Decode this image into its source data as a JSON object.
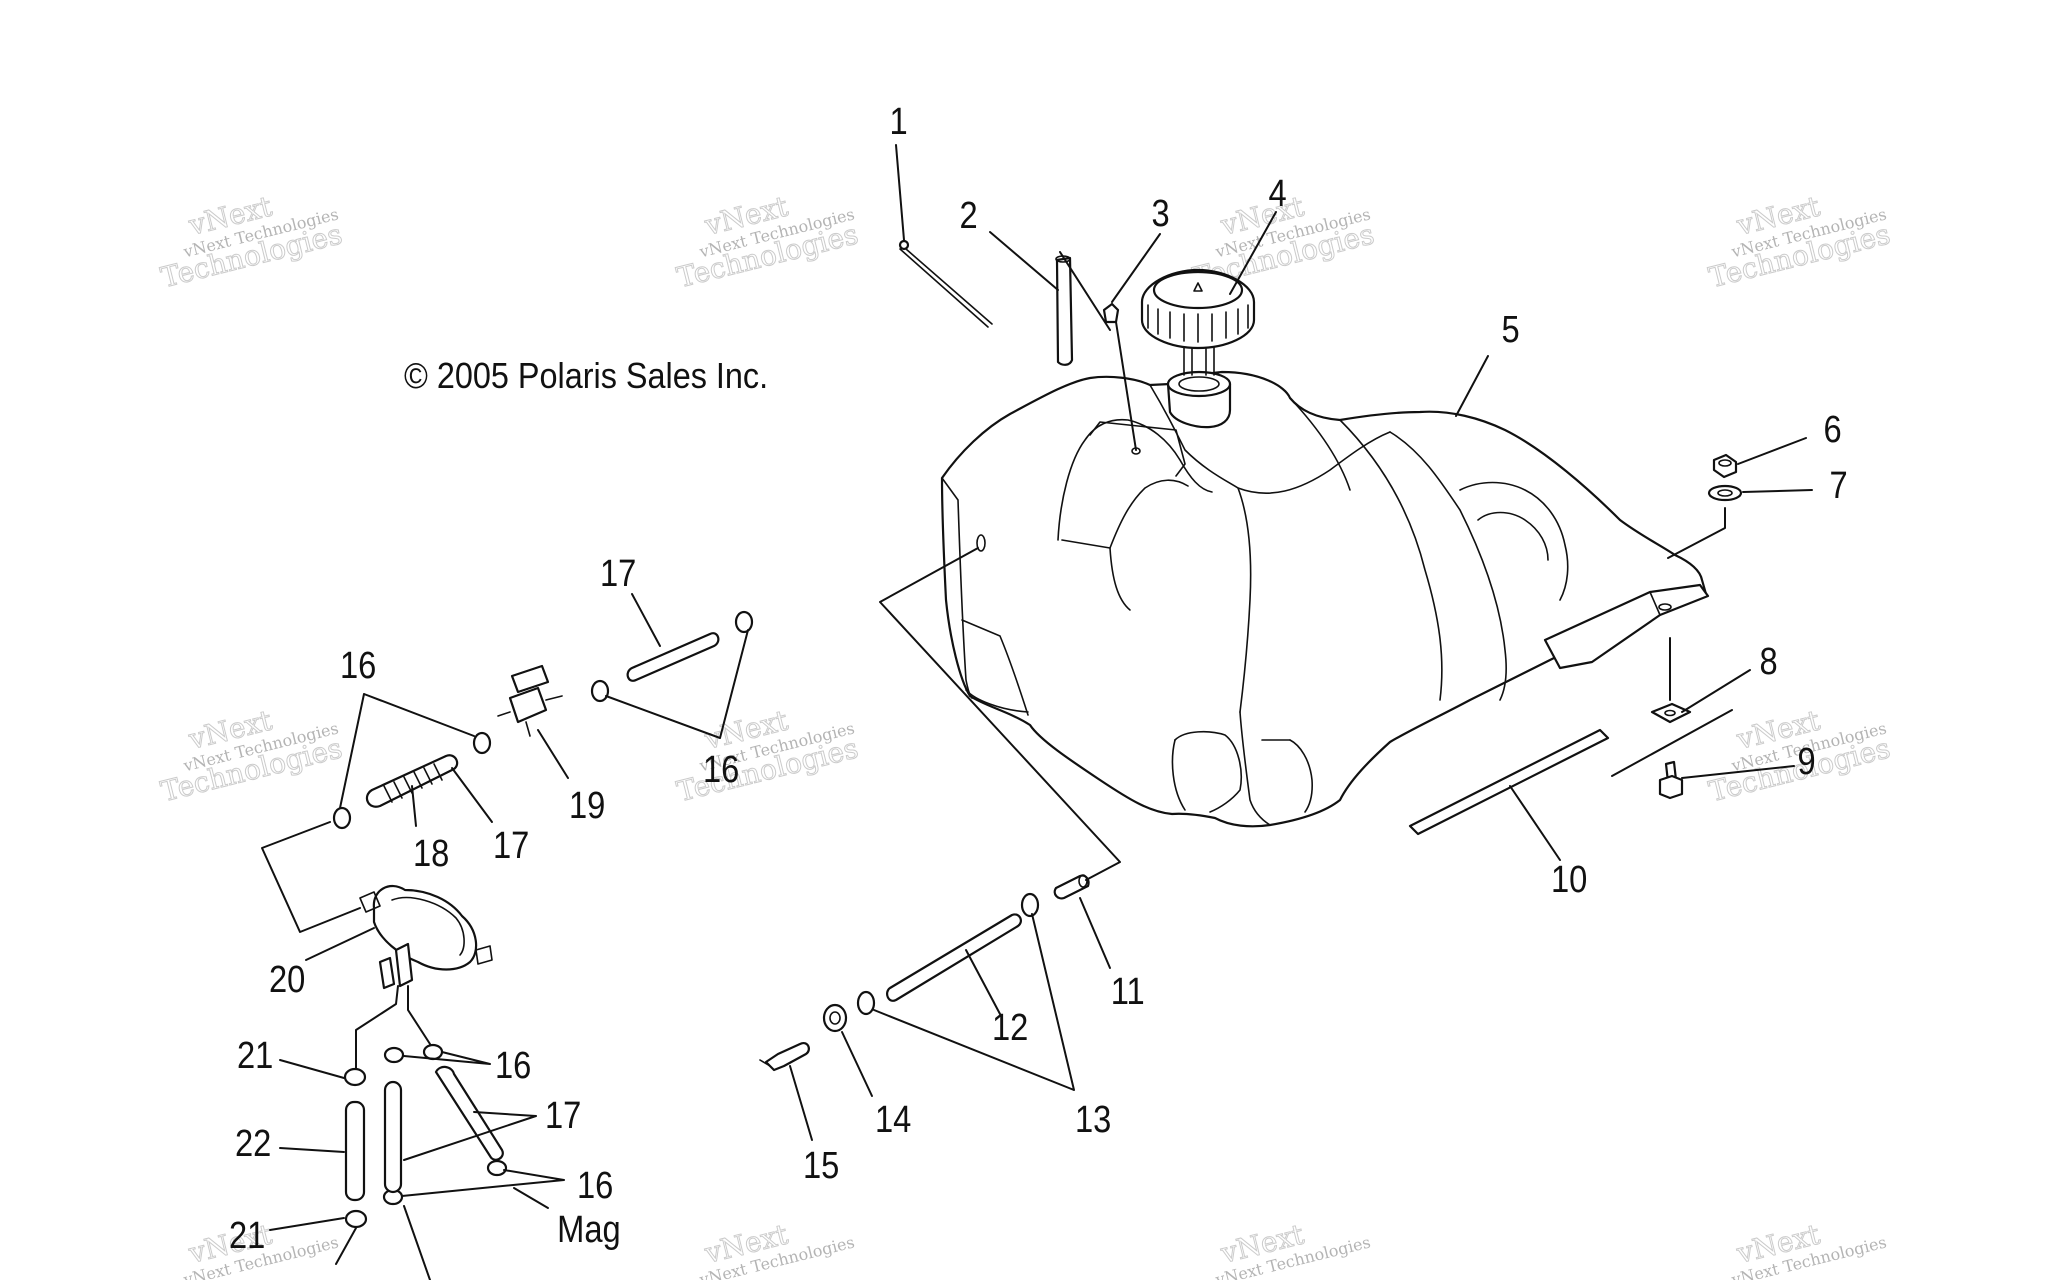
{
  "copyright": "© 2005 Polaris Sales Inc.",
  "callouts": {
    "c1": "1",
    "c2": "2",
    "c3": "3",
    "c4": "4",
    "c5": "5",
    "c6": "6",
    "c7": "7",
    "c8": "8",
    "c9": "9",
    "c10": "10",
    "c11": "11",
    "c12": "12",
    "c13": "13",
    "c14": "14",
    "c15": "15",
    "c16a": "16",
    "c16b": "16",
    "c16c": "16",
    "c16d": "16",
    "c17a": "17",
    "c17b": "17",
    "c17c": "17",
    "c18": "18",
    "c19": "19",
    "c20": "20",
    "c21a": "21",
    "c21b": "21",
    "c22": "22",
    "mag": "Mag"
  },
  "watermark": {
    "line1": "vNext",
    "line2": "vNext Technologies",
    "line3": "Technologies"
  }
}
